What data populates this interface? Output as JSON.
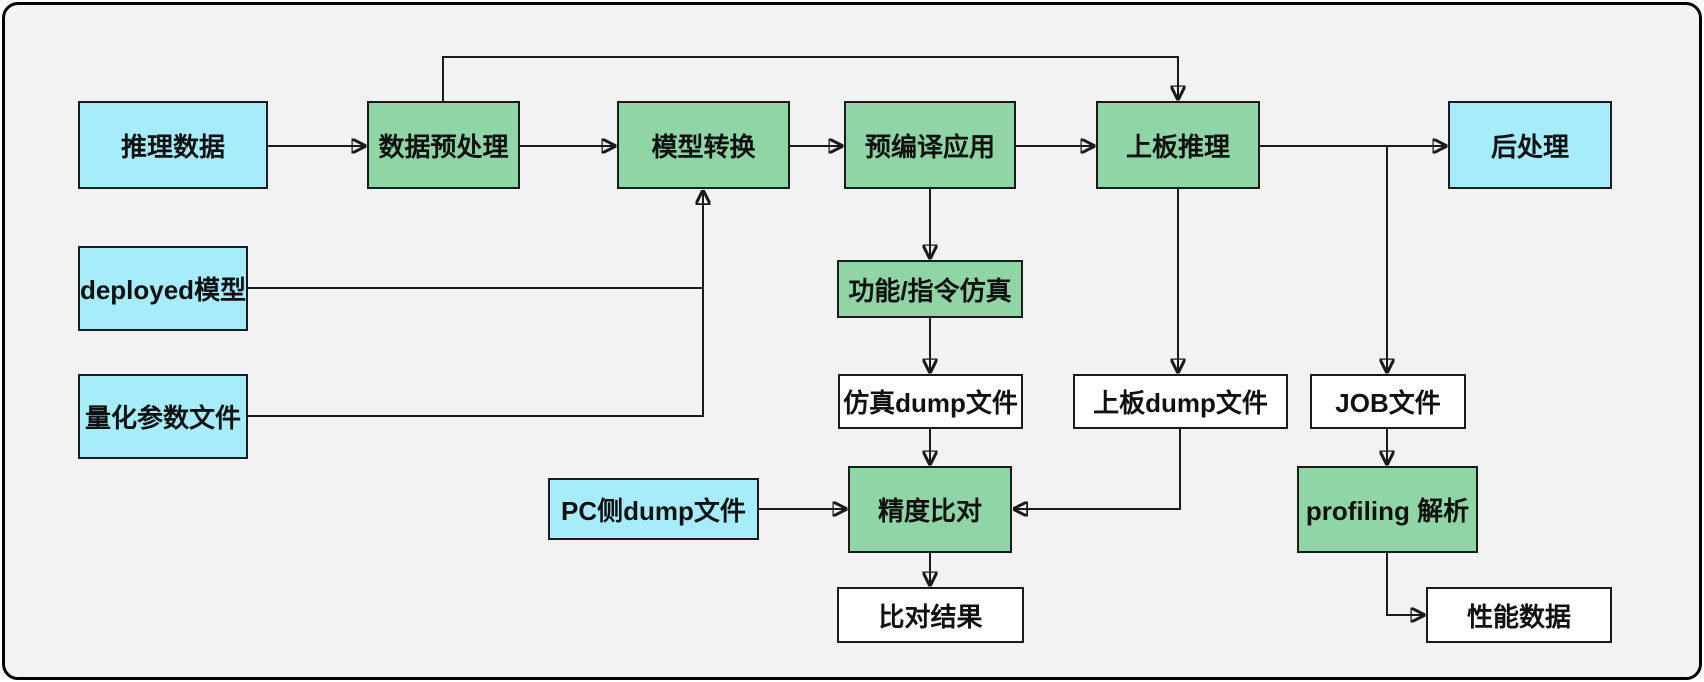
{
  "diagram": {
    "type": "flowchart",
    "background": "#f2f2f2"
  },
  "colors": {
    "cyan": "#a7ecfa",
    "green": "#90d5a6",
    "white": "#ffffff",
    "line": "#1a1a1a",
    "canvas_bg": "#f2f2f2",
    "frame_border": "#000000"
  },
  "nodes": {
    "inference_data": {
      "label": "推理数据",
      "fill": "cyan"
    },
    "data_preprocess": {
      "label": "数据预处理",
      "fill": "green"
    },
    "model_convert": {
      "label": "模型转换",
      "fill": "green"
    },
    "precompile_app": {
      "label": "预编译应用",
      "fill": "green"
    },
    "board_inference": {
      "label": "上板推理",
      "fill": "green"
    },
    "post_process": {
      "label": "后处理",
      "fill": "cyan"
    },
    "deployed_model": {
      "label": "deployed模型",
      "fill": "cyan"
    },
    "quant_param_file": {
      "label": "量化参数文件",
      "fill": "cyan"
    },
    "func_instr_sim": {
      "label": "功能/指令仿真",
      "fill": "green"
    },
    "sim_dump_file": {
      "label": "仿真dump文件",
      "fill": "white"
    },
    "board_dump_file": {
      "label": "上板dump文件",
      "fill": "white"
    },
    "job_file": {
      "label": "JOB文件",
      "fill": "white"
    },
    "pc_dump_file": {
      "label": "PC侧dump文件",
      "fill": "cyan"
    },
    "accuracy_compare": {
      "label": "精度比对",
      "fill": "green"
    },
    "compare_result": {
      "label": "比对结果",
      "fill": "white"
    },
    "profiling_parse": {
      "label": "profiling 解析",
      "fill": "green"
    },
    "perf_data": {
      "label": "性能数据",
      "fill": "white"
    }
  },
  "edges": [
    {
      "from": "推理数据",
      "to": "数据预处理"
    },
    {
      "from": "数据预处理",
      "to": "模型转换"
    },
    {
      "from": "模型转换",
      "to": "预编译应用"
    },
    {
      "from": "预编译应用",
      "to": "上板推理"
    },
    {
      "from": "上板推理",
      "to": "后处理"
    },
    {
      "from": "数据预处理",
      "to": "上板推理",
      "route": "top-feedback"
    },
    {
      "from": "deployed模型",
      "to": "模型转换"
    },
    {
      "from": "量化参数文件",
      "to": "模型转换"
    },
    {
      "from": "预编译应用",
      "to": "功能/指令仿真"
    },
    {
      "from": "功能/指令仿真",
      "to": "仿真dump文件"
    },
    {
      "from": "仿真dump文件",
      "to": "精度比对"
    },
    {
      "from": "上板推理",
      "to": "上板dump文件"
    },
    {
      "from": "上板dump文件",
      "to": "精度比对"
    },
    {
      "from": "PC侧dump文件",
      "to": "精度比对"
    },
    {
      "from": "精度比对",
      "to": "比对结果"
    },
    {
      "from": "上板推理",
      "to": "JOB文件",
      "route": "branch-from-postprocess-line"
    },
    {
      "from": "JOB文件",
      "to": "profiling 解析"
    },
    {
      "from": "profiling 解析",
      "to": "性能数据"
    }
  ]
}
